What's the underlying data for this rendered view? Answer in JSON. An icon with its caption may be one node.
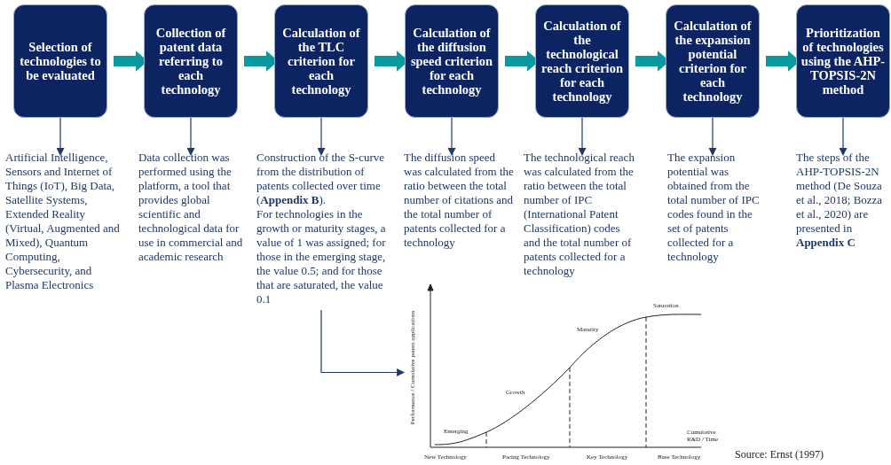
{
  "diagram": {
    "nodes": [
      {
        "text": [
          "Selection of technologies to be evaluated"
        ]
      },
      {
        "text": [
          "Collection of patent data referring to each technology"
        ]
      },
      {
        "text": [
          "Calculation of the TLC criterion for each technology"
        ]
      },
      {
        "text": [
          "Calculation of the diffusion speed criterion for each technology"
        ]
      },
      {
        "text": [
          "Calculation of the technological reach criterion for each technology"
        ]
      },
      {
        "text": [
          "Calculation of the expansion potential criterion for each technology"
        ]
      },
      {
        "text": [
          "Prioritization of technologies using the AHP-TOPSIS-2N method"
        ]
      },
      {
        "text": [
          "Artificial Intelligence, Sensors and Internet of Things (IoT), Big Data, Satellite Systems, Extended Reality (Virtual, Augmented and Mixed), Quantum Computing, Cybersecurity, and Plasma Electronics"
        ]
      },
      {
        "text": [
          "Data collection was performed using the platform, a tool that provides global scientific and technological data for use in commercial and academic research"
        ]
      },
      {
        "text": [
          "Construction of the S-curve from the distribution of patents collected over time (**Appendix B**).",
          "For technologies in the growth or maturity stages, a value of 1 was assigned; for those in the emerging stage, the value 0.5; and for those that are saturated, the value 0.1"
        ]
      },
      {
        "text": [
          "The diffusion speed was calculated from the ratio between the total number of citations and the total number of patents collected for a technology"
        ]
      },
      {
        "text": [
          "The technological reach was calculated from the ratio between the total number of IPC (International Patent Classification) codes and the total number of patents collected for a technology"
        ]
      },
      {
        "text": [
          "The expansion potential was obtained from the total number of IPC codes found in the set of patents collected for a technology"
        ]
      },
      {
        "text": [
          "The steps of the AHP-TOPSIS-2N method (De Souza et al., 2018; Bozza et al., 2020) are presented in **Appendix C**"
        ]
      },
      {
        "text": [],
        "shape": "picture"
      }
    ],
    "edges": [
      {
        "from": 0,
        "to": 1,
        "arrow": "to",
        "style": "thick",
        "color": "#0a9a9e"
      },
      {
        "from": 1,
        "to": 2,
        "arrow": "to",
        "style": "thick",
        "color": "#0a9a9e"
      },
      {
        "from": 2,
        "to": 3,
        "arrow": "to",
        "style": "thick",
        "color": "#0a9a9e"
      },
      {
        "from": 3,
        "to": 4,
        "arrow": "to",
        "style": "thick",
        "color": "#0a9a9e"
      },
      {
        "from": 4,
        "to": 5,
        "arrow": "to",
        "style": "thick",
        "color": "#0a9a9e"
      },
      {
        "from": 5,
        "to": 6,
        "arrow": "to",
        "style": "thick",
        "color": "#0a9a9e"
      },
      {
        "from": 0,
        "to": 7,
        "arrow": "to"
      },
      {
        "from": 1,
        "to": 8,
        "arrow": "to"
      },
      {
        "from": 2,
        "to": 9,
        "arrow": "to"
      },
      {
        "from": 3,
        "to": 10,
        "arrow": "to"
      },
      {
        "from": 4,
        "to": 11,
        "arrow": "to"
      },
      {
        "from": 5,
        "to": 12,
        "arrow": "to"
      },
      {
        "from": 6,
        "to": 13,
        "arrow": "to"
      },
      {
        "from": 9,
        "to": 14,
        "arrow": "to"
      }
    ],
    "labels": [
      "Performance / Cumulative patent applications",
      "Saturation",
      "Maturity",
      "Growth",
      "Emerging",
      "Cumulative R&D / Time",
      "New Technology",
      "Pacing Technology",
      "Key Technology",
      "Base Technology",
      "Source: Ernst (1997)"
    ]
  }
}
